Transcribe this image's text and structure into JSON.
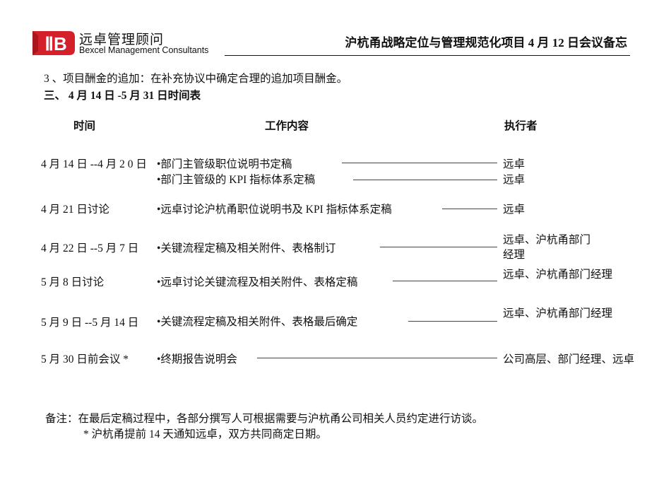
{
  "header": {
    "company_cn": "远卓管理顾问",
    "company_en": "Bexcel Management Consultants",
    "title": "沪杭甬战略定位与管理规范化项目 4 月 12 日会议备忘",
    "logo_color": "#d3202a"
  },
  "intro_line": "3 、项目酬金的追加：在补充协议中确定合理的追加项目酬金。",
  "section_title": "三、  4 月 14 日 -5 月 31 日时间表",
  "columns": {
    "time": "时间",
    "work": "工作内容",
    "owner": "执行者"
  },
  "rows": [
    {
      "time": "4 月 14 日 --4 月 2 0 日",
      "work": "•部门主管级职位说明书定稿",
      "owner": "远卓"
    },
    {
      "time": "",
      "work": "•部门主管级的 KPI 指标体系定稿",
      "owner": "远卓"
    },
    {
      "time": "4 月 21 日讨论",
      "work": "•远卓讨论沪杭甬职位说明书及 KPI 指标体系定稿",
      "owner": "远卓"
    },
    {
      "time": "4 月 22 日 --5 月 7 日",
      "work": "•关键流程定稿及相关附件、表格制订",
      "owner": "远卓、沪杭甬部门经理"
    },
    {
      "time": "5 月 8 日讨论",
      "work": "•远卓讨论关键流程及相关附件、表格定稿",
      "owner": "远卓、沪杭甬部门经理"
    },
    {
      "time": "5 月 9 日 --5 月 14 日",
      "work": "•关键流程定稿及相关附件、表格最后确定",
      "owner": "远卓、沪杭甬部门经理"
    },
    {
      "time": "5 月 30 日前会议 *",
      "work": "•终期报告说明会",
      "owner": "公司高层、部门经理、远卓"
    }
  ],
  "notes": {
    "line1": "备注：在最后定稿过程中，各部分撰写人可根据需要与沪杭甬公司相关人员约定进行访谈。",
    "line2": "* 沪杭甬提前 14 天通知远卓，双方共同商定日期。"
  }
}
